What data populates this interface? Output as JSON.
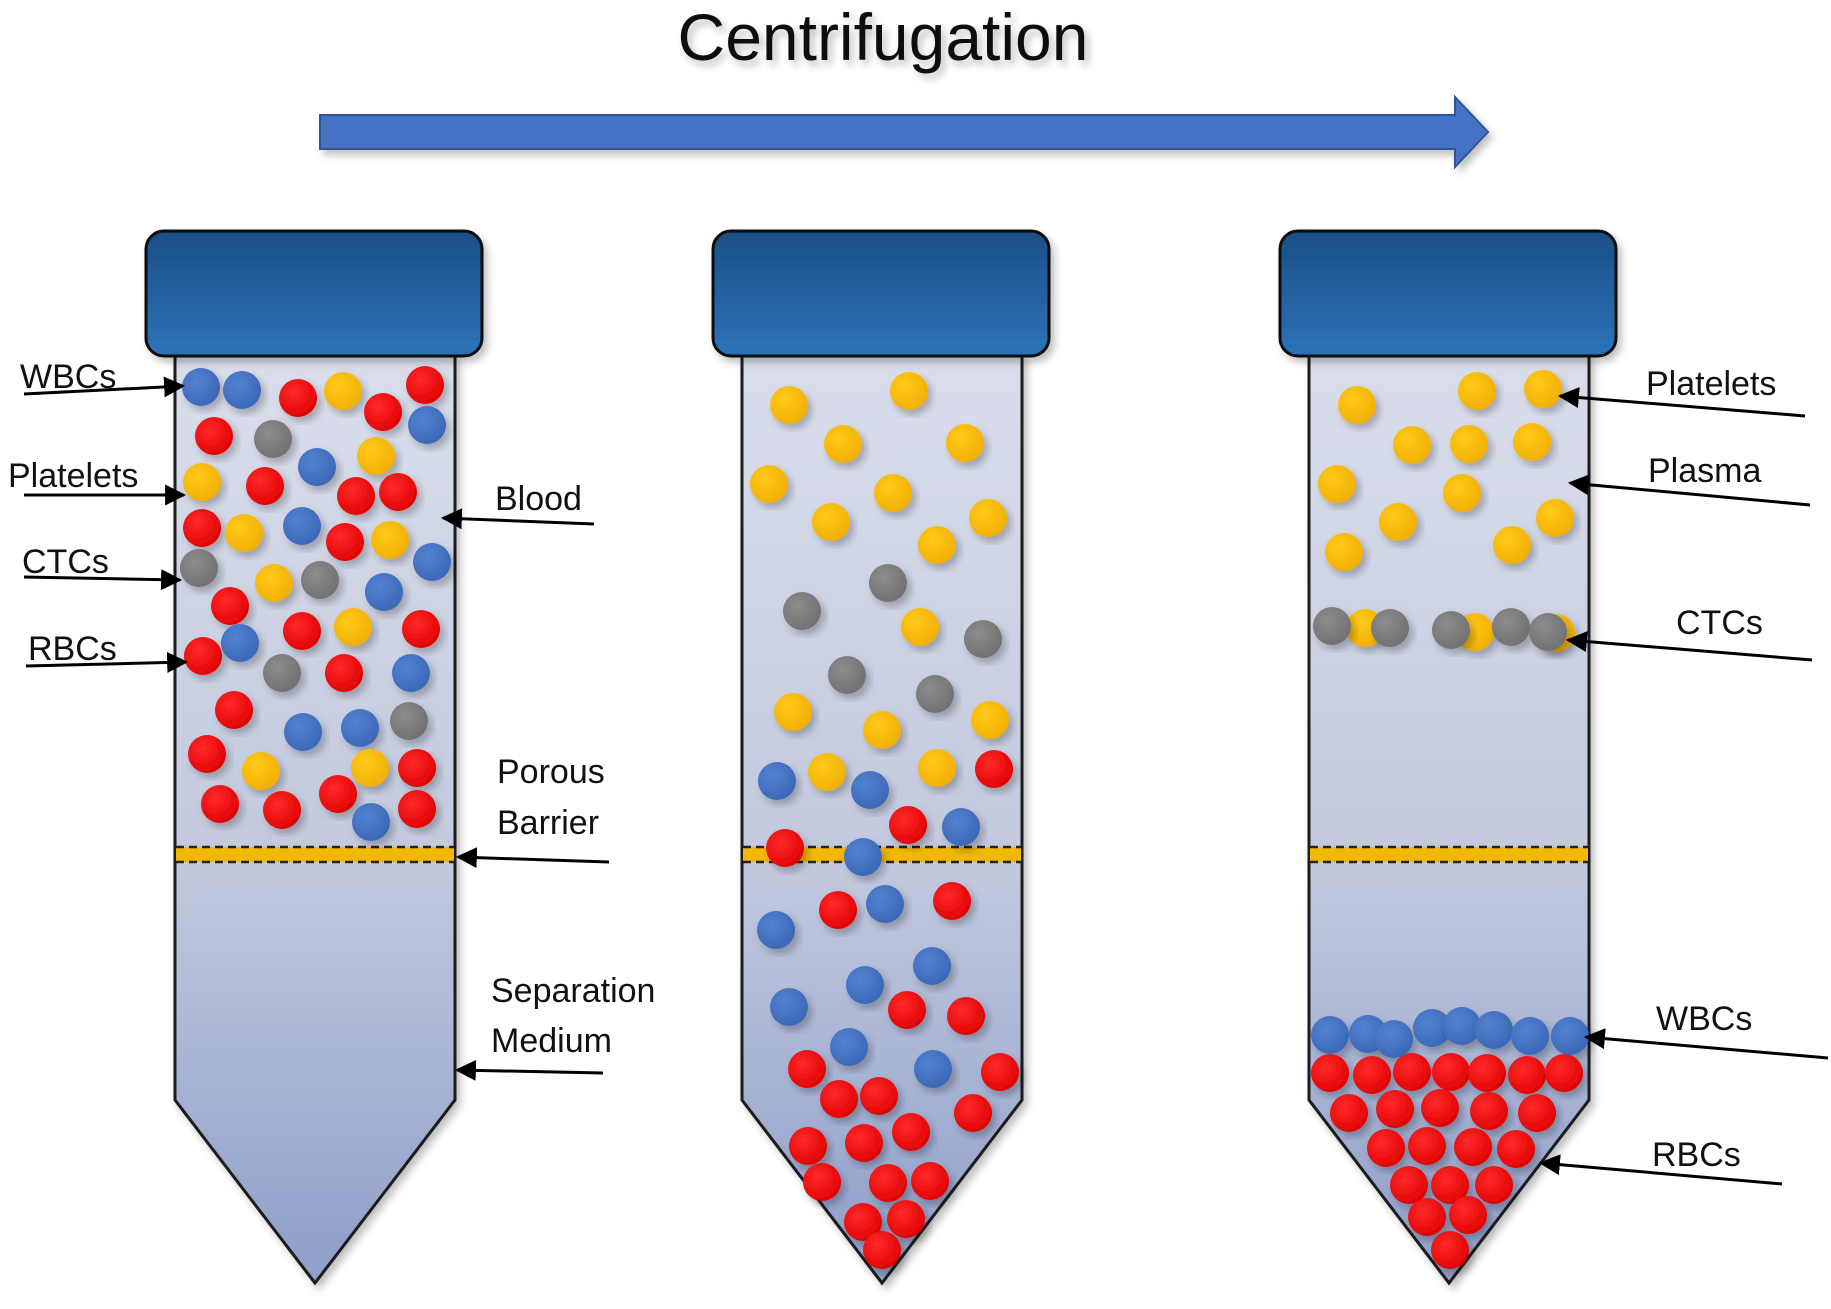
{
  "title": "Centrifugation",
  "colors": {
    "arrow": "#4472C4",
    "cap": "#1E5A9A",
    "tube_top": "#D9DDEA",
    "tube_bottom": "#8F9FC8",
    "barrier": "#F2B705",
    "rbc": "#FF0000",
    "wbc": "#4472C4",
    "platelet": "#FFC000",
    "ctc": "#7F7F7F"
  },
  "labels": {
    "wbcs": "WBCs",
    "platelets": "Platelets",
    "ctcs": "CTCs",
    "rbcs": "RBCs",
    "blood": "Blood",
    "porous_line1": "Porous",
    "porous_line2": "Barrier",
    "sep_line1": "Separation",
    "sep_line2": "Medium",
    "plasma": "Plasma"
  },
  "tubes": [
    {
      "name": "tube-before"
    },
    {
      "name": "tube-during"
    },
    {
      "name": "tube-after"
    }
  ]
}
